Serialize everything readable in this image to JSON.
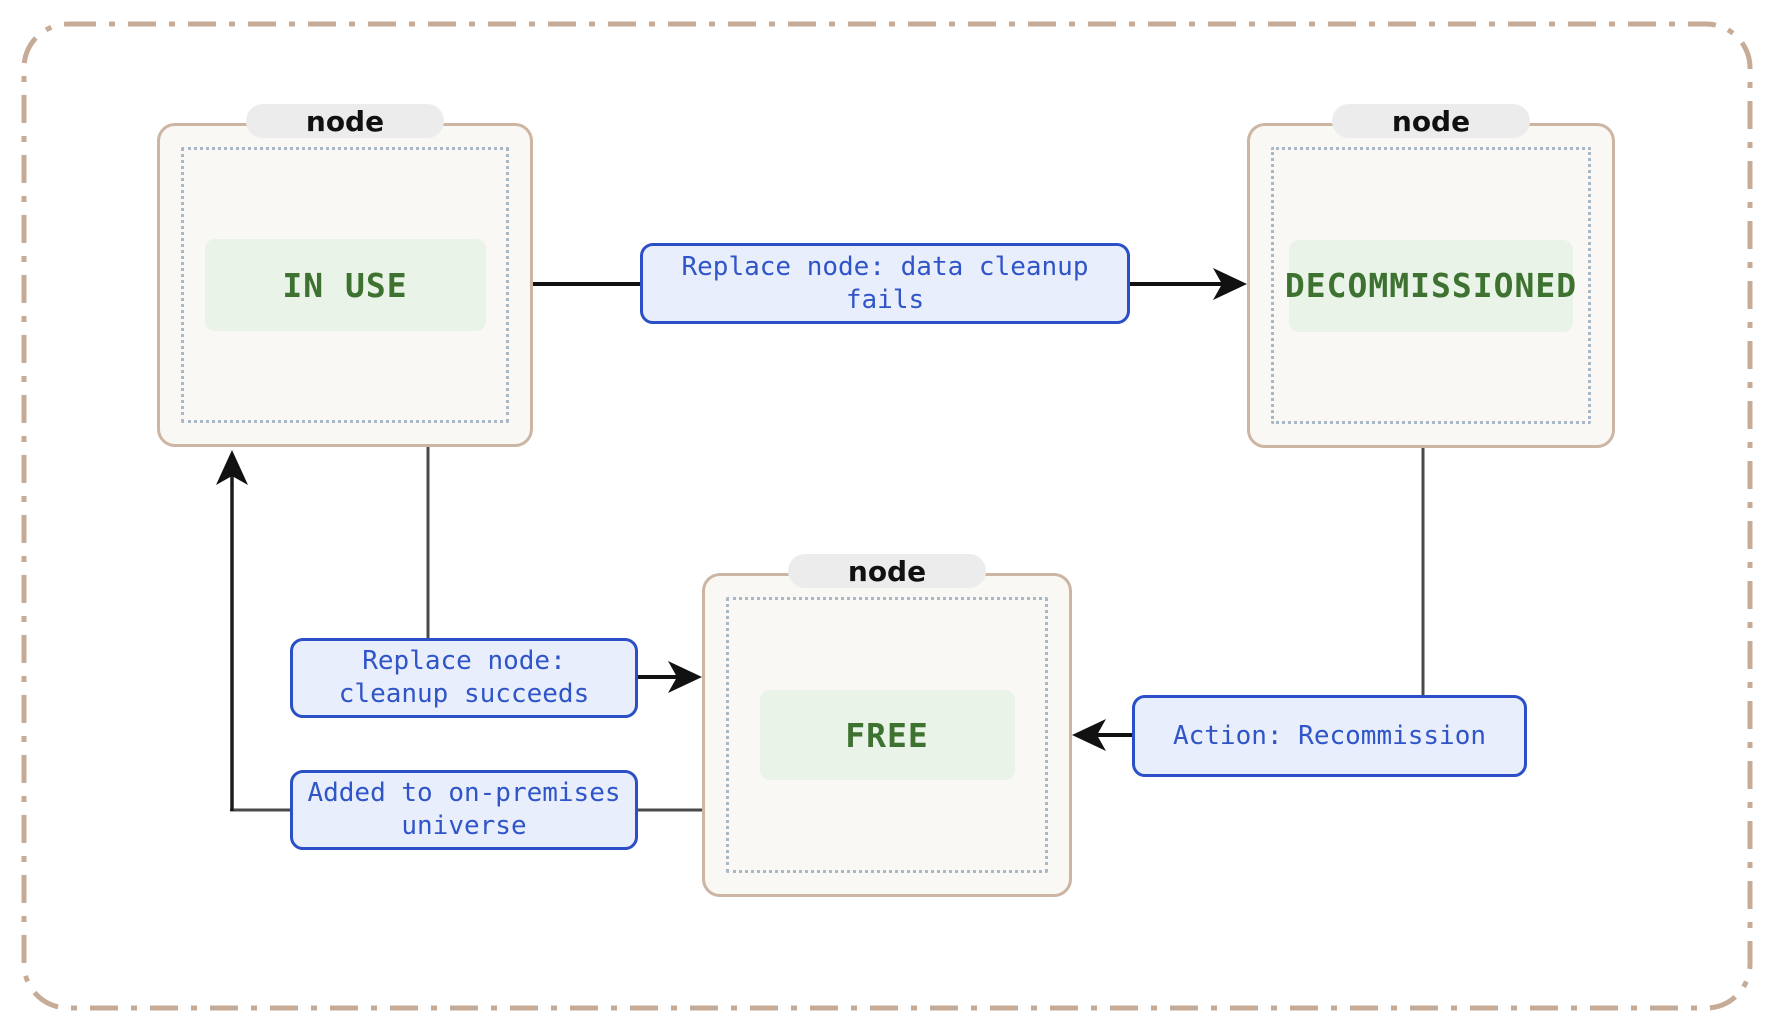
{
  "diagram": {
    "type": "state-flow-diagram",
    "nodes": [
      {
        "badge": "node",
        "state": "IN USE"
      },
      {
        "badge": "node",
        "state": "DECOMMISSIONED"
      },
      {
        "badge": "node",
        "state": "FREE"
      }
    ],
    "edges": [
      {
        "from": "IN USE",
        "to": "DECOMMISSIONED",
        "label": "Replace node: data cleanup\nfails"
      },
      {
        "from": "IN USE",
        "to": "FREE",
        "label": "Replace node:\ncleanup succeeds"
      },
      {
        "from": "DECOMMISSIONED",
        "to": "FREE",
        "label": "Action: Recommission"
      },
      {
        "from": "FREE",
        "to": "IN USE",
        "label": "Added to on-premises\nuniverse"
      }
    ],
    "colors": {
      "node_border": "#ccb5a2",
      "node_bg": "#faf8f5",
      "inner_dotted": "#a9b8c6",
      "badge_bg": "#ececec",
      "badge_text": "#111111",
      "state_text": "#3d7230",
      "state_bg": "#e9f3e7",
      "edge_label_bg": "#e8eefb",
      "edge_label_border": "#2a4fc6",
      "edge_label_text": "#2f55c8",
      "connector_line": "#4a4a4a",
      "arrow": "#111111",
      "outer_border": "#c6ab97"
    }
  }
}
